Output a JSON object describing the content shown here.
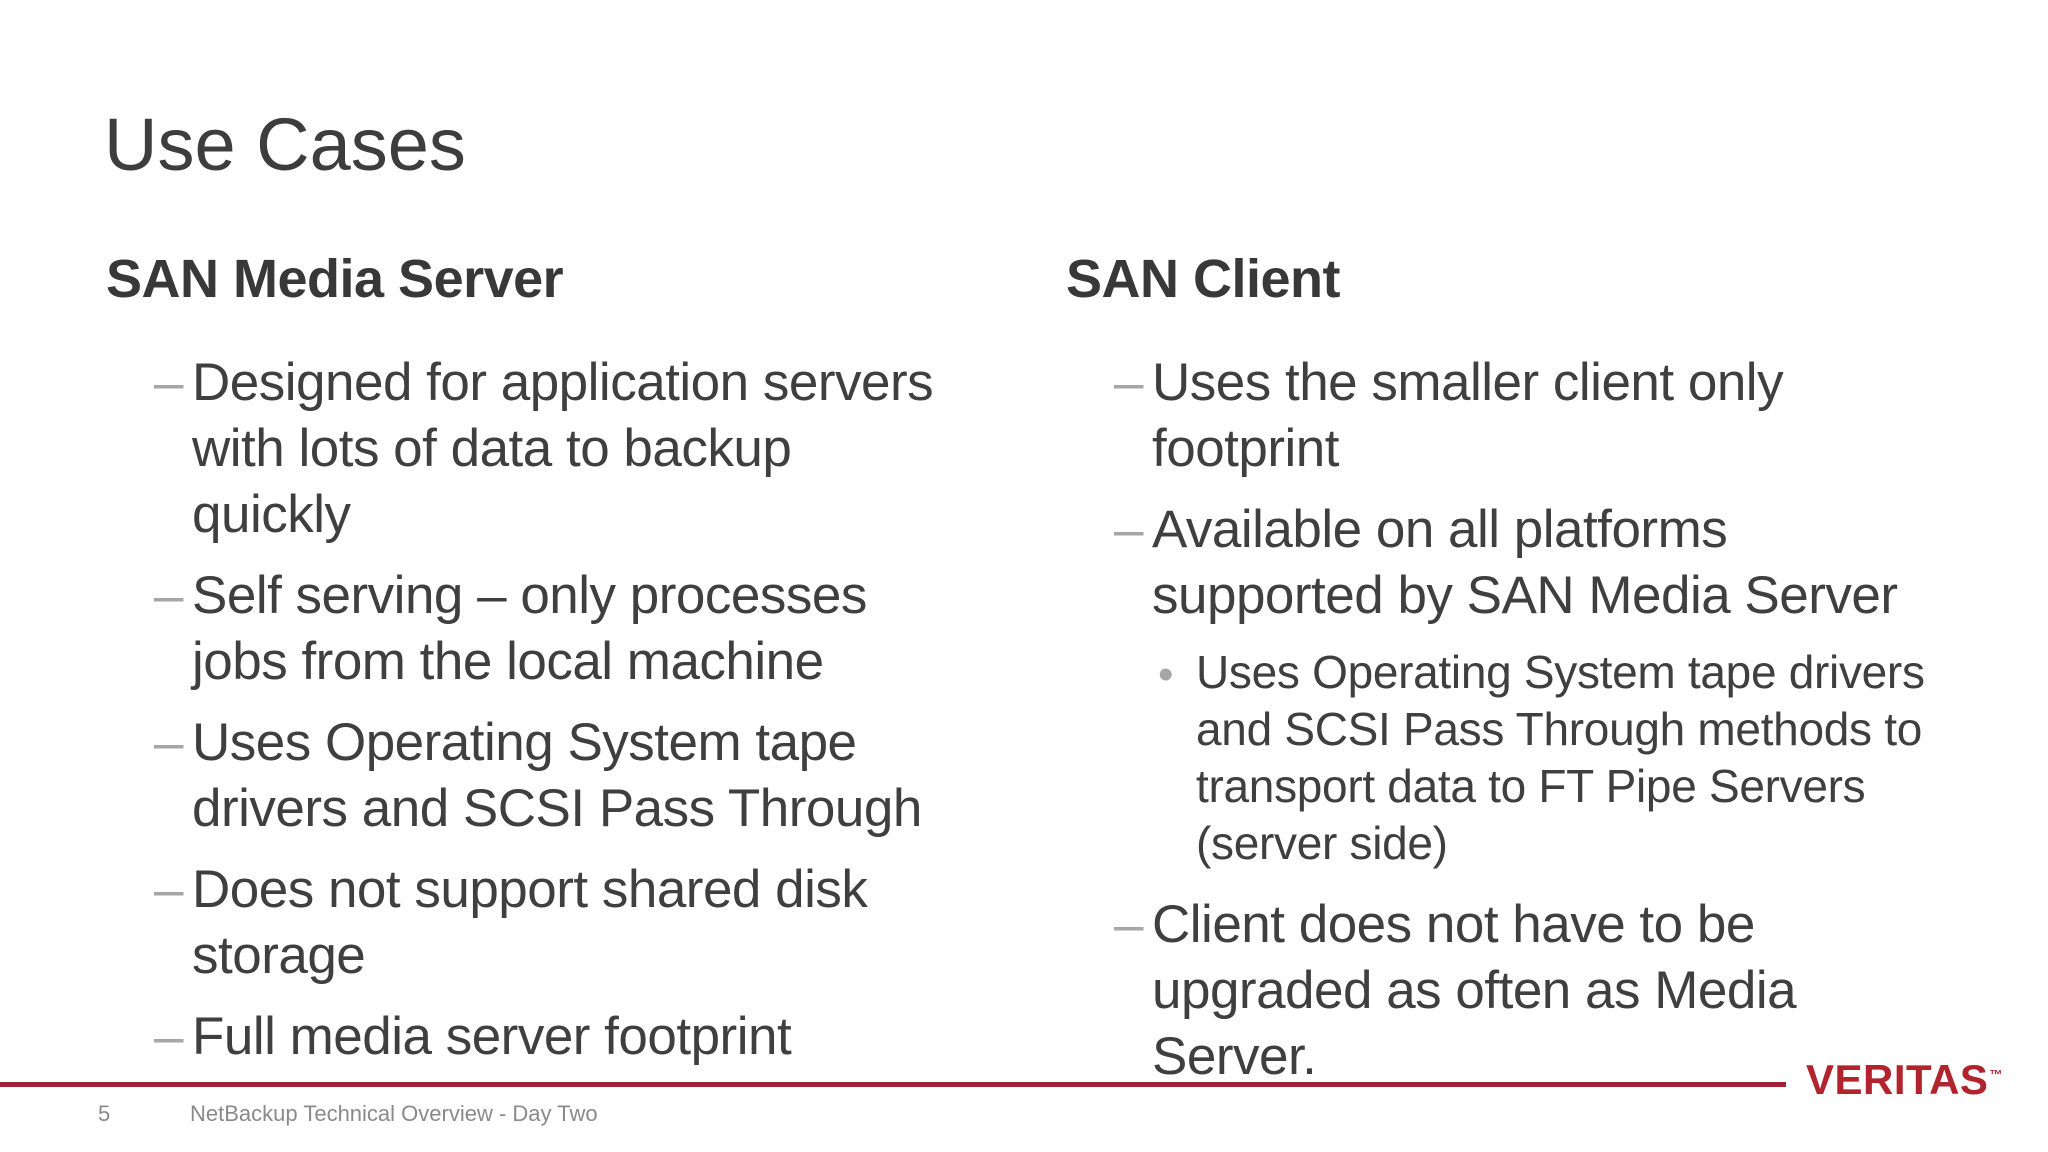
{
  "slide": {
    "title": "Use Cases",
    "columns": [
      {
        "header": "SAN Media Server",
        "bullets": [
          {
            "level": 1,
            "lines": [
              "Designed for application servers",
              "with lots of data to backup",
              "quickly"
            ]
          },
          {
            "level": 1,
            "lines": [
              "Self serving – only processes",
              "jobs from the local machine"
            ]
          },
          {
            "level": 1,
            "lines": [
              "Uses Operating System tape",
              "drivers and SCSI Pass Through"
            ]
          },
          {
            "level": 1,
            "lines": [
              "Does not support shared disk",
              "storage"
            ]
          },
          {
            "level": 1,
            "lines": [
              "Full media server footprint"
            ]
          }
        ]
      },
      {
        "header": "SAN Client",
        "bullets": [
          {
            "level": 1,
            "lines": [
              "Uses the smaller client only",
              "footprint"
            ]
          },
          {
            "level": 1,
            "lines": [
              "Available on all platforms",
              "supported by SAN Media Server"
            ]
          },
          {
            "level": 2,
            "lines": [
              "Uses Operating System tape drivers",
              "and SCSI Pass Through methods to",
              "transport data to FT Pipe Servers",
              "(server side)"
            ]
          },
          {
            "level": 1,
            "lines": [
              "Client does not have to be",
              "upgraded as often as Media",
              "Server."
            ]
          }
        ]
      }
    ],
    "bullet_markers": {
      "level1": "–",
      "level2": "•"
    },
    "footer": {
      "page_number": "5",
      "text": "NetBackup Technical Overview - Day Two"
    },
    "logo": {
      "text": "VERITAS",
      "trademark": "™"
    },
    "colors": {
      "accent_red": "#A32035",
      "logo_red": "#B1232D",
      "body_text": "#3F3F3F",
      "muted_gray": "#A6A6A6",
      "footer_gray": "#8A8A8A",
      "heading_text": "#383838"
    }
  }
}
